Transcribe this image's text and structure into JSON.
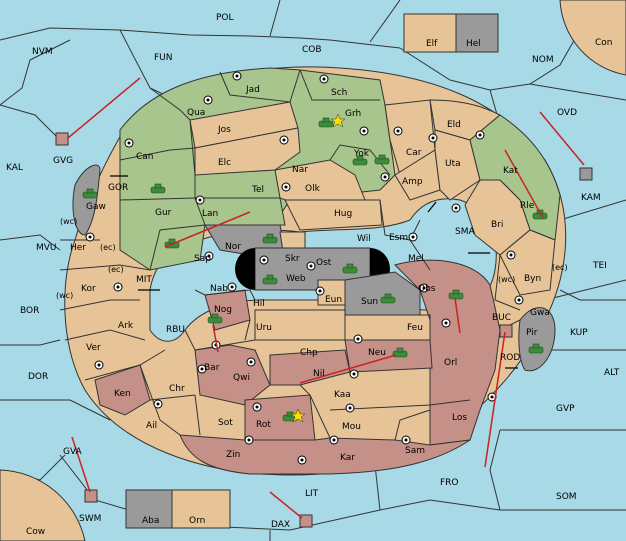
{
  "colors": {
    "sea": "#a7d9e6",
    "neutral": "#e6c497",
    "green": "#a8c58d",
    "red": "#c49088",
    "gray": "#9a9a9a",
    "black": "#000000",
    "arrow": "#cc2222",
    "unit_green": "#3c8c3c"
  },
  "seas": {
    "pol": "POL",
    "nvm": "NVM",
    "fun": "FUN",
    "cob": "COB",
    "nom": "NOM",
    "con": "Con",
    "ovd": "OVD",
    "kal": "KAL",
    "kam": "KAM",
    "tei": "TEI",
    "mvu": "MVU",
    "bor": "BOR",
    "dor": "DOR",
    "kup": "KUP",
    "alt": "ALT",
    "gvp": "GVP",
    "gva": "GVA",
    "lit": "LIT",
    "fro": "FRO",
    "som": "SOM",
    "cow": "Cow",
    "sma": "SMA",
    "mit": "MIT",
    "gor": "GOR",
    "rbu": "RBU",
    "buc": "BUC",
    "rod": "ROD",
    "wc1": "(wc)",
    "ec1": "(ec)",
    "ec2": "(ec)",
    "wc2": "(wc)",
    "wc3": "(wc)",
    "ec3": "(ec)"
  },
  "provinces": {
    "elf": "Elf",
    "hel": "Hel",
    "gvg": "GVG",
    "kam_home": "KAM",
    "swm": "SWM",
    "aba": "Aba",
    "orn": "Orn",
    "dax": "DAX",
    "jad": "Jad",
    "sch": "Sch",
    "qua": "Qua",
    "jos": "Jos",
    "grh": "Grh",
    "can": "Can",
    "elc": "Elc",
    "nar": "Nar",
    "yok": "Yok",
    "car": "Car",
    "eld": "Eld",
    "uta": "Uta",
    "kat": "Kat",
    "gaw": "Gaw",
    "gur": "Gur",
    "tel": "Tel",
    "olk": "Olk",
    "amp": "Amp",
    "lan": "Lan",
    "hug": "Hug",
    "rle": "Rle",
    "bri": "Bri",
    "her": "Her",
    "nor": "Nor",
    "sap": "Sap",
    "wil": "Wil",
    "esm": "Esm",
    "skr": "Skr",
    "ost": "Ost",
    "web": "Web",
    "mel": "Mel",
    "kor": "Kor",
    "nab": "Nab",
    "eun": "Eun",
    "sun": "Sun",
    "obs": "Obs",
    "byn": "Byn",
    "ark": "Ark",
    "nog": "Nog",
    "hil": "Hil",
    "gwa": "Gwa",
    "uru": "Uru",
    "feu": "Feu",
    "pir": "Pir",
    "ver": "Ver",
    "chp": "Chp",
    "neu": "Neu",
    "orl": "Orl",
    "bar": "Bar",
    "qwi": "Qwi",
    "nil": "Nil",
    "ken": "Ken",
    "chr": "Chr",
    "kaa": "Kaa",
    "los": "Los",
    "ail": "Ail",
    "sot": "Sot",
    "rot": "Rot",
    "mou": "Mou",
    "zin": "Zin",
    "kar": "Kar",
    "sam": "Sam"
  }
}
